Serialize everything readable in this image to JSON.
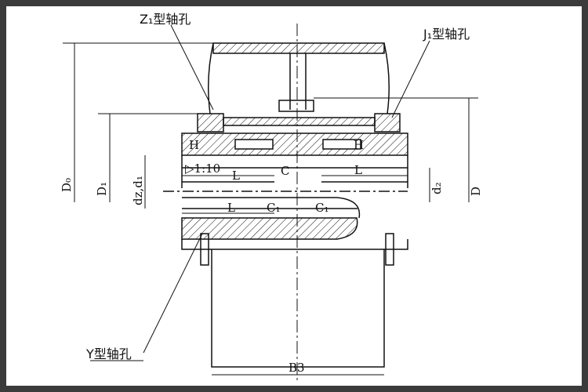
{
  "labels": {
    "z1_bore": "Z₁型轴孔",
    "j1_bore": "J₁型轴孔",
    "y_bore": "Y型轴孔"
  },
  "dims": {
    "D0": "D₀",
    "D1": "D₁",
    "dz_d1": "dz,d₁",
    "d2": "d₂",
    "D": "D",
    "H": "H",
    "taper": "▷1:10",
    "L": "L",
    "C": "C",
    "C1": "C₁",
    "B3": "B3"
  },
  "colors": {
    "line": "#111111",
    "background": "#ffffff",
    "frame": "#3b3b3b"
  }
}
